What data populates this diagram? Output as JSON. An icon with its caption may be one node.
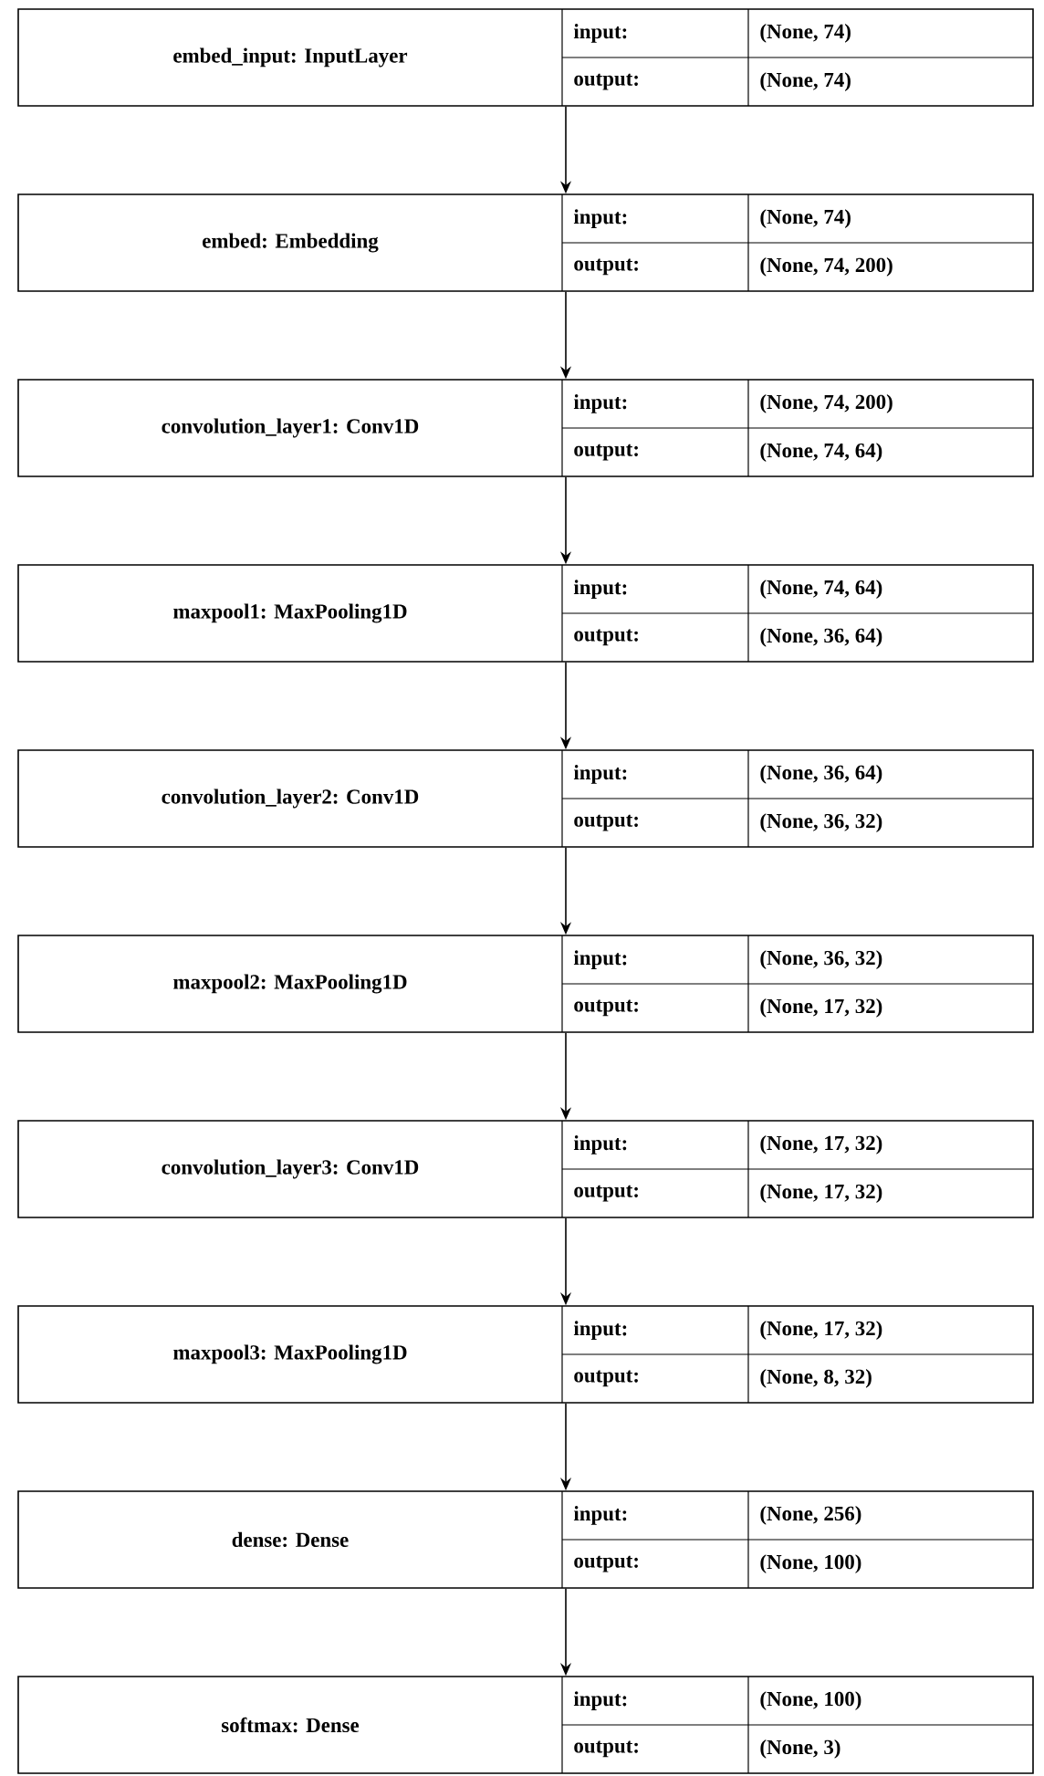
{
  "diagram": {
    "nodes": [
      {
        "text": [
          "embed_input: InputLayer",
          "input:",
          "(None, 74)",
          "output:",
          "(None, 74)"
        ]
      },
      {
        "text": [
          "embed: Embedding",
          "input:",
          "(None, 74)",
          "output:",
          "(None, 74, 200)"
        ]
      },
      {
        "text": [
          "convolution_layer1: Conv1D",
          "input:",
          "(None, 74, 200)",
          "output:",
          "(None, 74, 64)"
        ]
      },
      {
        "text": [
          "maxpool1: MaxPooling1D",
          "input:",
          "(None, 74, 64)",
          "output:",
          "(None, 36, 64)"
        ]
      },
      {
        "text": [
          "convolution_layer2: Conv1D",
          "input:",
          "(None, 36, 64)",
          "output:",
          "(None, 36, 32)"
        ]
      },
      {
        "text": [
          "maxpool2: MaxPooling1D",
          "input:",
          "(None, 36, 32)",
          "output:",
          "(None, 17, 32)"
        ]
      },
      {
        "text": [
          "convolution_layer3: Conv1D",
          "input:",
          "(None, 17, 32)",
          "output:",
          "(None, 17, 32)"
        ]
      },
      {
        "text": [
          "maxpool3: MaxPooling1D",
          "input:",
          "(None, 17, 32)",
          "output:",
          "(None, 8, 32)"
        ]
      },
      {
        "text": [
          "dense: Dense",
          "input:",
          "(None, 256)",
          "output:",
          "(None, 100)"
        ]
      },
      {
        "text": [
          "softmax: Dense",
          "input:",
          "(None, 100)",
          "output:",
          "(None, 3)"
        ]
      }
    ],
    "edges": [
      {
        "from": 0,
        "to": 1,
        "arrow": "to"
      },
      {
        "from": 1,
        "to": 2,
        "arrow": "to"
      },
      {
        "from": 2,
        "to": 3,
        "arrow": "to"
      },
      {
        "from": 3,
        "to": 4,
        "arrow": "to"
      },
      {
        "from": 4,
        "to": 5,
        "arrow": "to"
      },
      {
        "from": 5,
        "to": 6,
        "arrow": "to"
      },
      {
        "from": 6,
        "to": 7,
        "arrow": "to"
      },
      {
        "from": 7,
        "to": 8,
        "arrow": "to"
      },
      {
        "from": 8,
        "to": 9,
        "arrow": "to"
      }
    ]
  }
}
